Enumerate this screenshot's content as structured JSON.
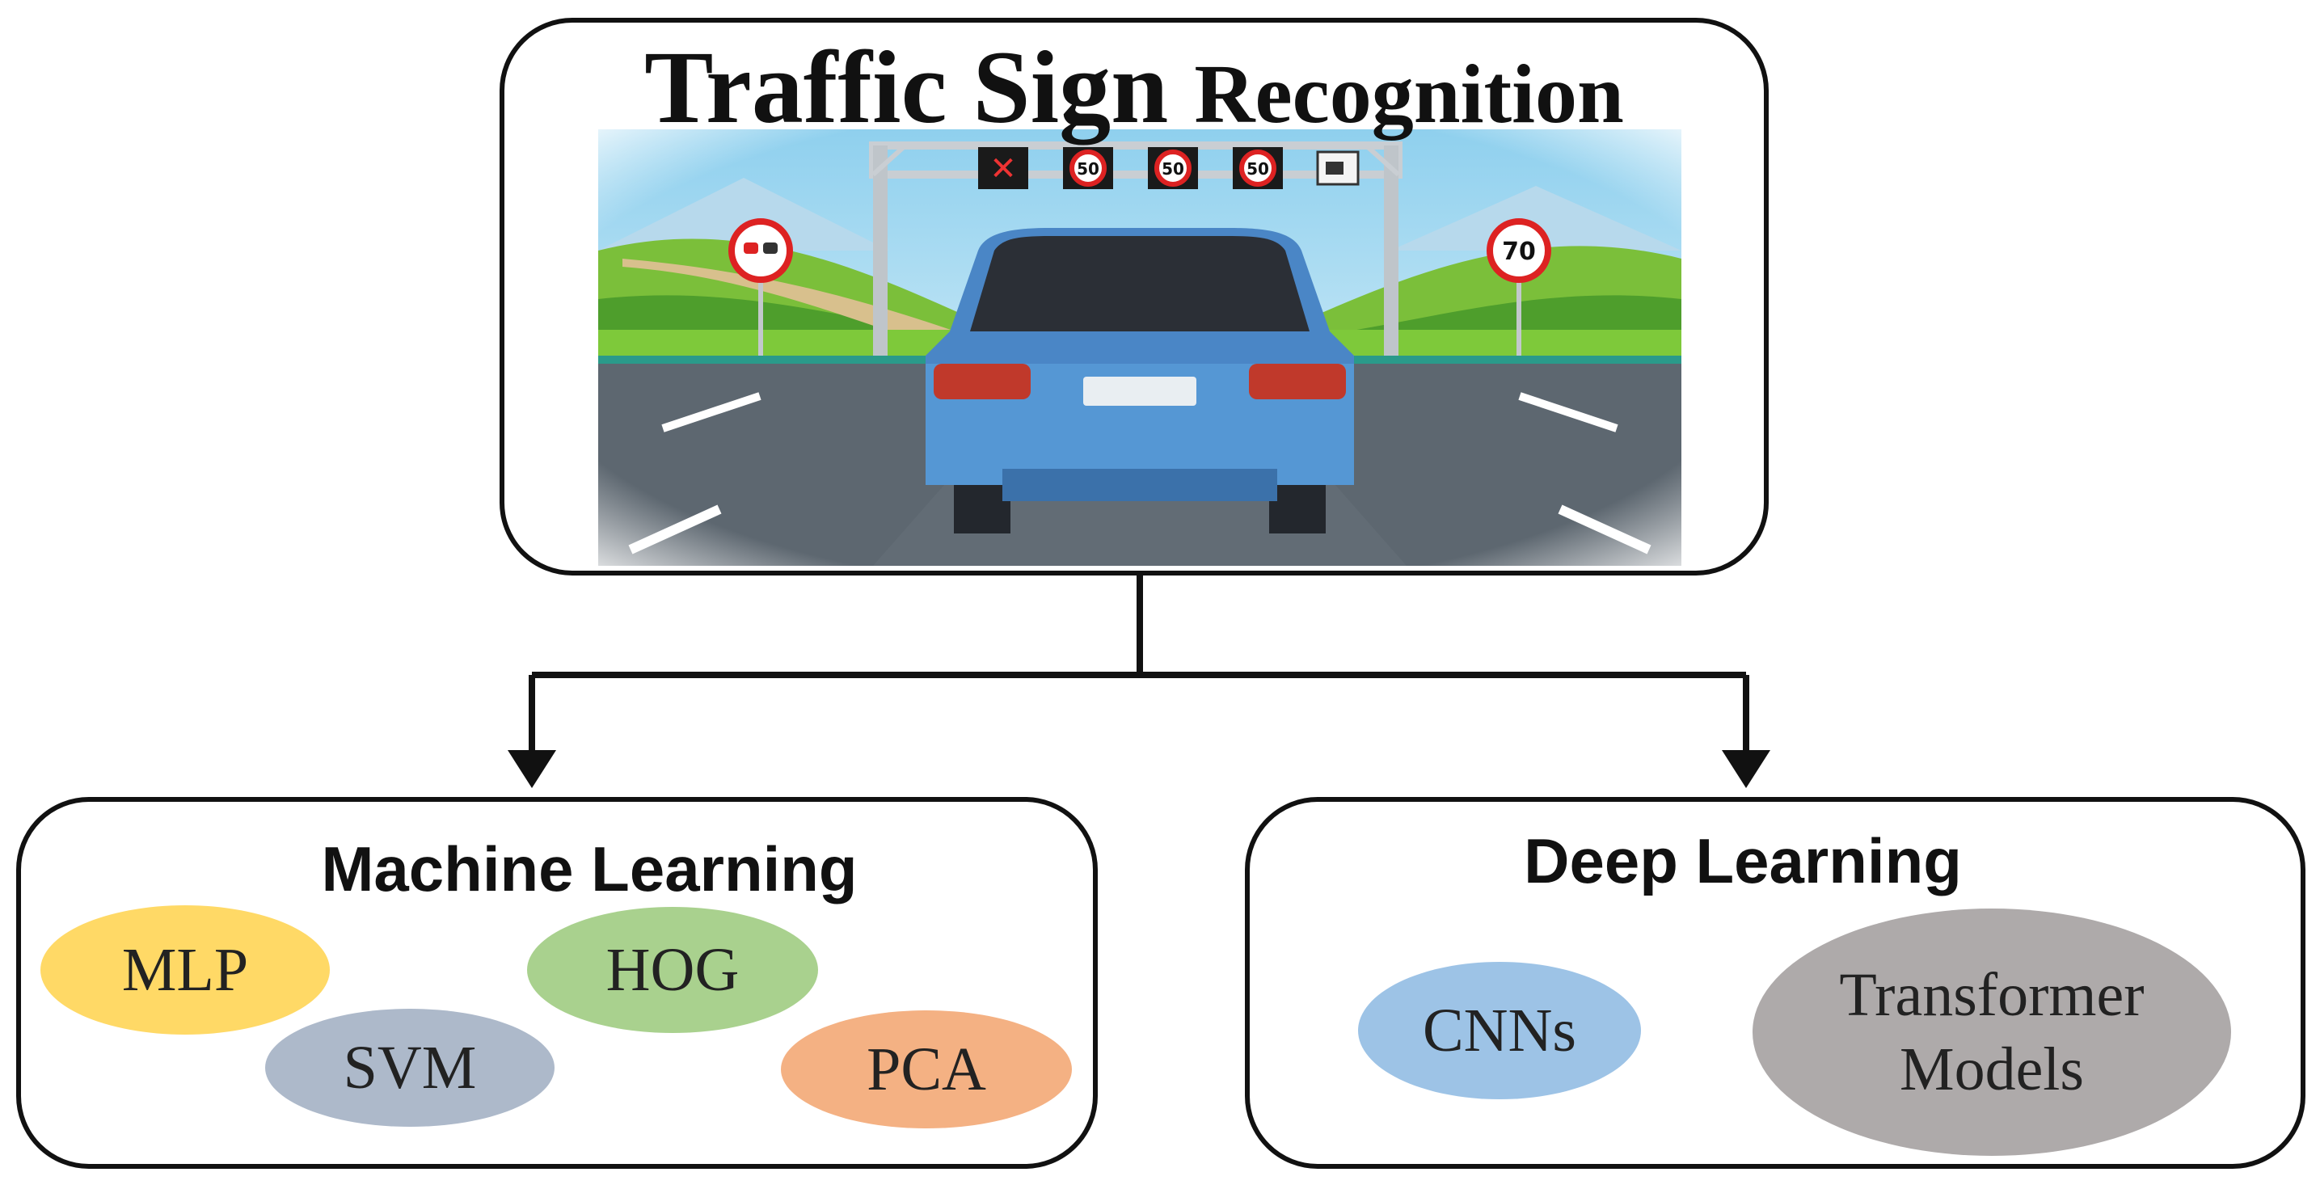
{
  "top": {
    "title_part1": "Traffic Sign",
    "title_part2": "Recognition",
    "scene": {
      "speed_sign_left_icon": "no-overtaking-icon",
      "speed_sign_right": "70",
      "gantry_signs": [
        "✕",
        "50",
        "50",
        "50"
      ],
      "gantry_last_icon": "camera-sign-icon"
    }
  },
  "left": {
    "title": "Machine Learning",
    "items": [
      {
        "label": "MLP",
        "color": "#FFD966"
      },
      {
        "label": "SVM",
        "color": "#ADB9CA"
      },
      {
        "label": "HOG",
        "color": "#A9D18E"
      },
      {
        "label": "PCA",
        "color": "#F4B183"
      }
    ]
  },
  "right": {
    "title": "Deep Learning",
    "items": [
      {
        "label": "CNNs",
        "color": "#9DC3E6"
      },
      {
        "label_line1": "Transformer",
        "label_line2": "Models",
        "color": "#AEAAAA"
      }
    ]
  }
}
